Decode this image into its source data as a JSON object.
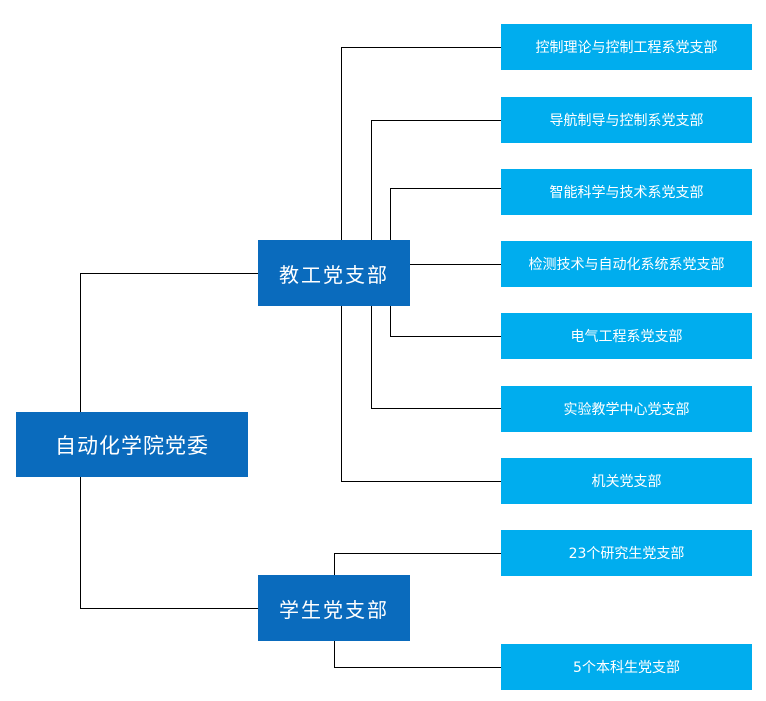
{
  "root": {
    "label": "自动化学院党委"
  },
  "branches": [
    {
      "label": "教工党支部",
      "children": [
        "控制理论与控制工程系党支部",
        "导航制导与控制系党支部",
        "智能科学与技术系党支部",
        "检测技术与自动化系统系党支部",
        "电气工程系党支部",
        "实验教学中心党支部",
        "机关党支部"
      ]
    },
    {
      "label": "学生党支部",
      "children": [
        "23个研究生党支部",
        "5个本科生党支部"
      ]
    }
  ],
  "colors": {
    "root_fill": "#0a6bbd",
    "branch_fill": "#0a6bbd",
    "leaf_fill": "#00adee",
    "text": "#ffffff",
    "connector": "#000000"
  }
}
